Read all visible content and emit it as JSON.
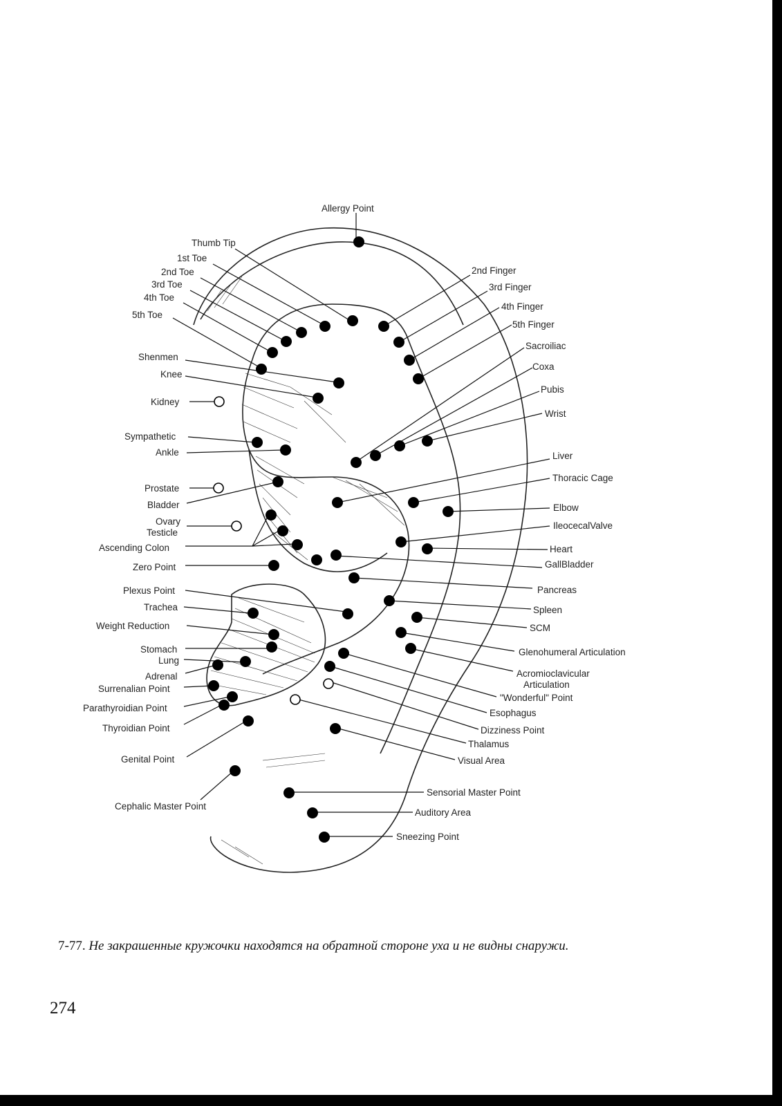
{
  "figure": {
    "labels": {
      "allergy": "Allergy Point",
      "thumb": "Thumb Tip",
      "toe1": "1st Toe",
      "toe2": "2nd Toe",
      "toe3": "3rd Toe",
      "toe4": "4th Toe",
      "toe5": "5th Toe",
      "shenmen": "Shenmen",
      "knee": "Knee",
      "kidney": "Kidney",
      "sympathetic": "Sympathetic",
      "ankle": "Ankle",
      "prostate": "Prostate",
      "bladder": "Bladder",
      "ovary": "Ovary",
      "testicle": "Testicle",
      "ascending_colon": "Ascending Colon",
      "zero_point": "Zero Point",
      "plexus": "Plexus Point",
      "trachea": "Trachea",
      "weight": "Weight Reduction",
      "stomach": "Stomach",
      "lung": "Lung",
      "adrenal": "Adrenal",
      "surrenalian": "Surrenalian Point",
      "parathyroidian": "Parathyroidian Point",
      "thyroidian": "Thyroidian Point",
      "genital": "Genital Point",
      "cephalic": "Cephalic Master Point",
      "finger2": "2nd Finger",
      "finger3": "3rd Finger",
      "finger4": "4th Finger",
      "finger5": "5th Finger",
      "sacroiliac": "Sacroiliac",
      "coxa": "Coxa",
      "pubis": "Pubis",
      "wrist": "Wrist",
      "liver": "Liver",
      "thoracic": "Thoracic Cage",
      "elbow": "Elbow",
      "ileocecal": "IleocecalValve",
      "heart": "Heart",
      "gallbladder": "GallBladder",
      "pancreas": "Pancreas",
      "spleen": "Spleen",
      "scm": "SCM",
      "glenohumeral": "Glenohumeral Articulation",
      "acromio1": "Acromioclavicular",
      "acromio2": "Articulation",
      "wonderful": "\"Wonderful\" Point",
      "esophagus": "Esophagus",
      "dizziness": "Dizziness Point",
      "thalamus": "Thalamus",
      "visual": "Visual Area",
      "sensorial": "Sensorial Master Point",
      "auditory": "Auditory Area",
      "sneezing": "Sneezing Point"
    }
  },
  "caption": {
    "number": "7-77.",
    "text": "Не закрашенные кружочки находятся на обратной стороне уха и не видны снаружи."
  },
  "page_number": "274"
}
